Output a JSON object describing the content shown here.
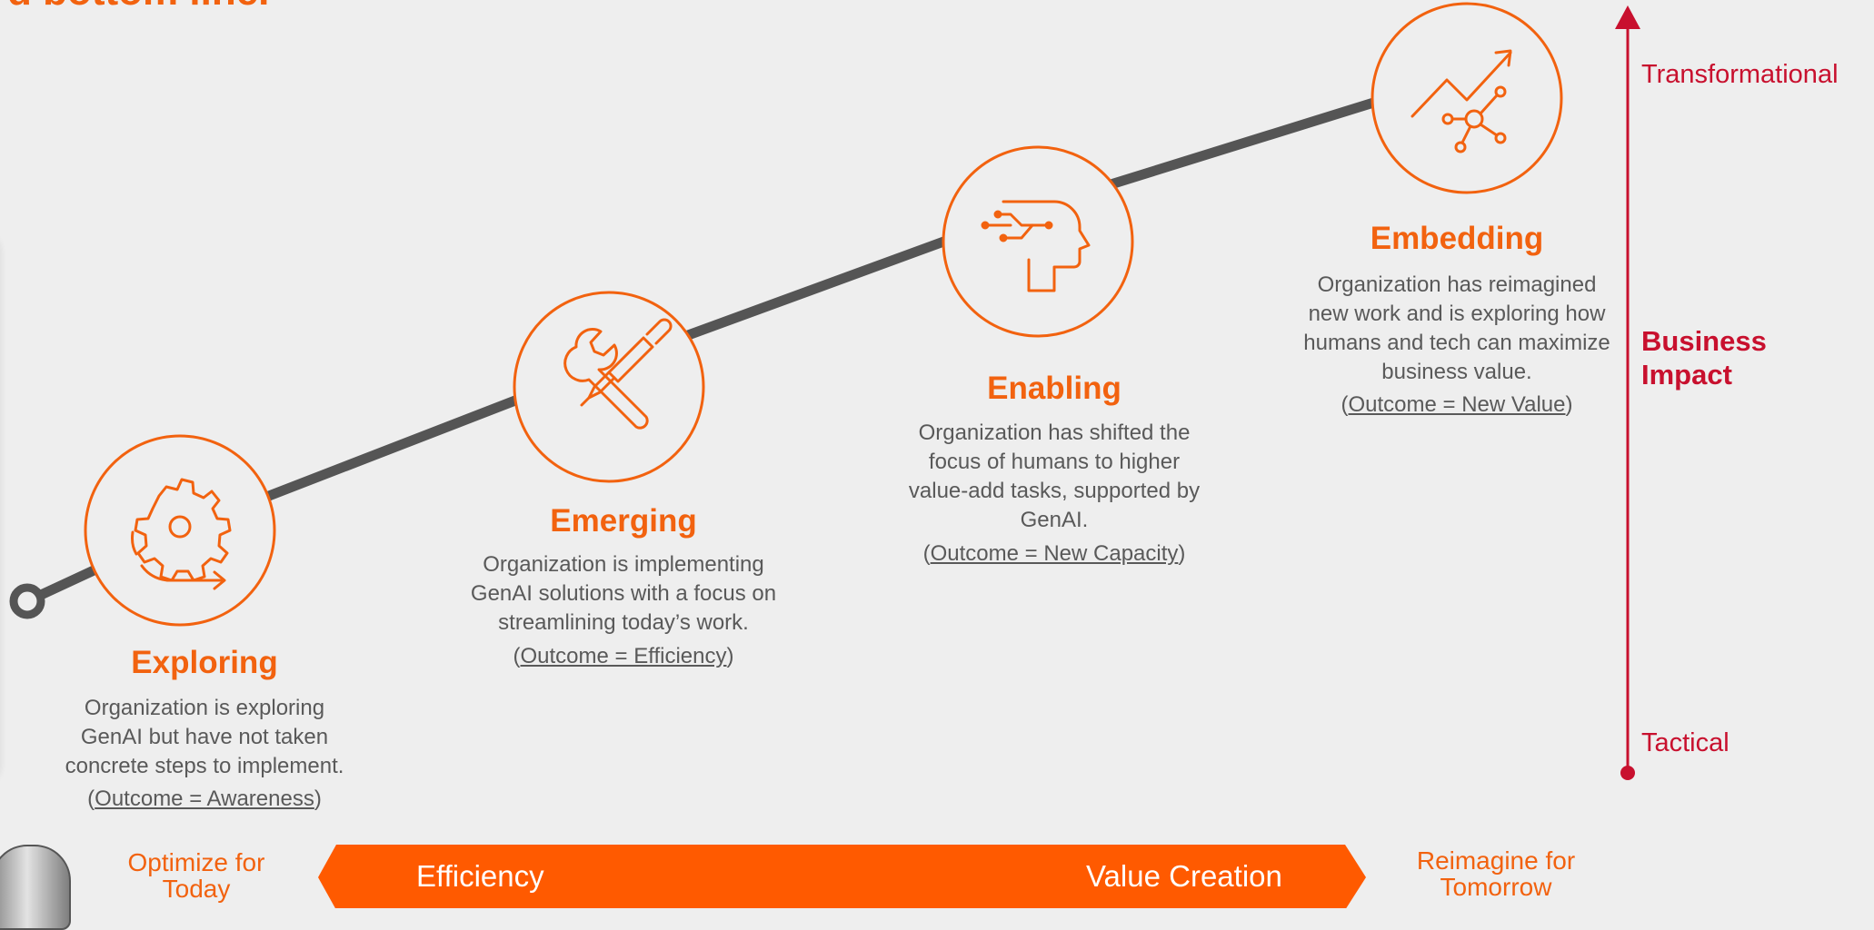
{
  "title_fragment": "d bottom line.",
  "stages": [
    {
      "icon": "gear-cycle-icon",
      "name": "Exploring",
      "description": "Organization is exploring GenAI but have not taken concrete steps to implement.",
      "outcome_open": "(",
      "outcome": "Outcome = Awareness",
      "outcome_close": ")"
    },
    {
      "icon": "wrench-screwdriver-icon",
      "name": "Emerging",
      "description": "Organization is implementing GenAI solutions with a focus on streamlining today’s work.",
      "outcome_open": "(",
      "outcome": "Outcome = Efficiency",
      "outcome_close": ")"
    },
    {
      "icon": "ai-head-circuit-icon",
      "name": "Enabling",
      "description": "Organization has shifted the focus of humans to higher value-add tasks, supported by GenAI.",
      "outcome_open": "(",
      "outcome": "Outcome = New Capacity",
      "outcome_close": ")"
    },
    {
      "icon": "growth-network-icon",
      "name": "Embedding",
      "description": "Organization has reimagined new work and is exploring how humans and tech can maximize business value.",
      "outcome_open": "(",
      "outcome": "Outcome = New Value",
      "outcome_close": ")"
    }
  ],
  "impact_axis": {
    "top_label": "Transformational",
    "title_line1": "Business",
    "title_line2": "Impact",
    "bottom_label": "Tactical",
    "color": "#c8102e"
  },
  "bottom_band": {
    "left_end_line1": "Optimize for",
    "left_end_line2": "Today",
    "left_label": "Efficiency",
    "right_label": "Value Creation",
    "right_end_line1": "Reimagine for",
    "right_end_line2": "Tomorrow",
    "color": "#ff5a00"
  },
  "colors": {
    "accent": "#f2620f",
    "path": "#555555",
    "background": "#eeeeee",
    "body_text": "#595959"
  }
}
